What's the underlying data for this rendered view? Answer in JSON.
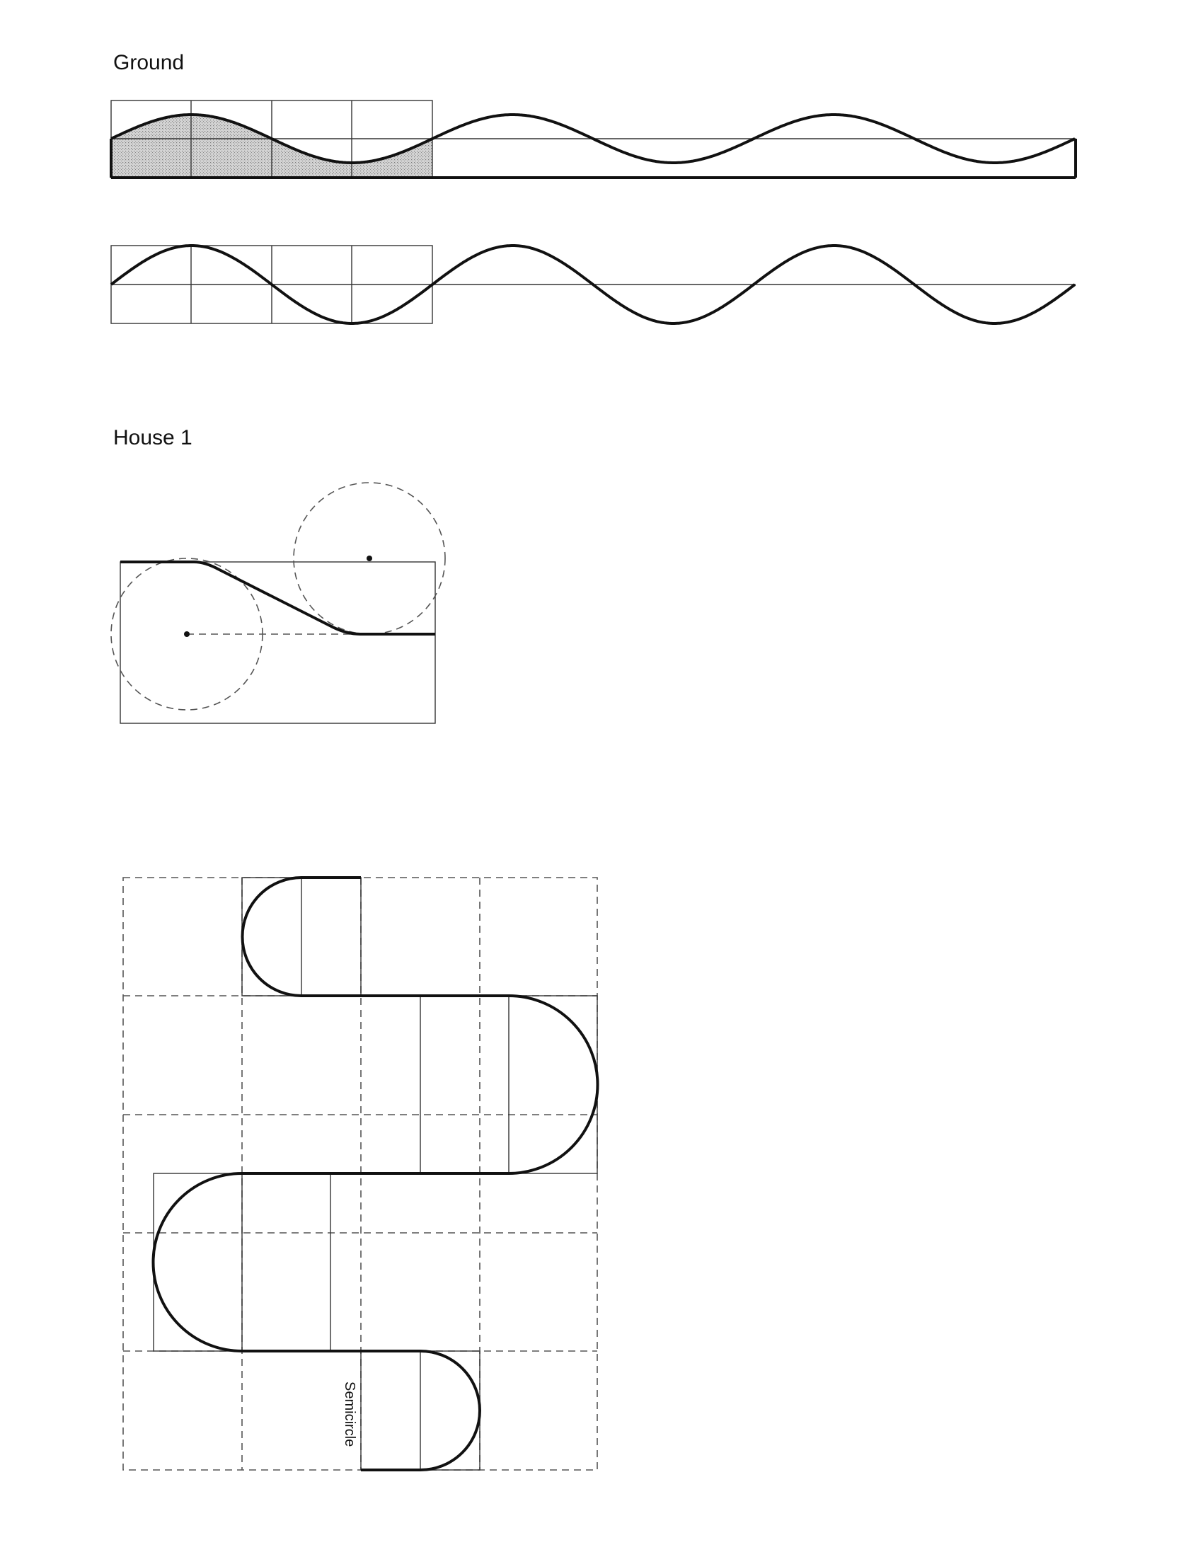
{
  "sections": {
    "ground": {
      "title": "Ground"
    },
    "house1": {
      "title": "House 1"
    }
  },
  "annotations": {
    "semicircle": "Semicircle"
  },
  "colors": {
    "stroke": "#111111",
    "fill": "#c8c8c8"
  }
}
